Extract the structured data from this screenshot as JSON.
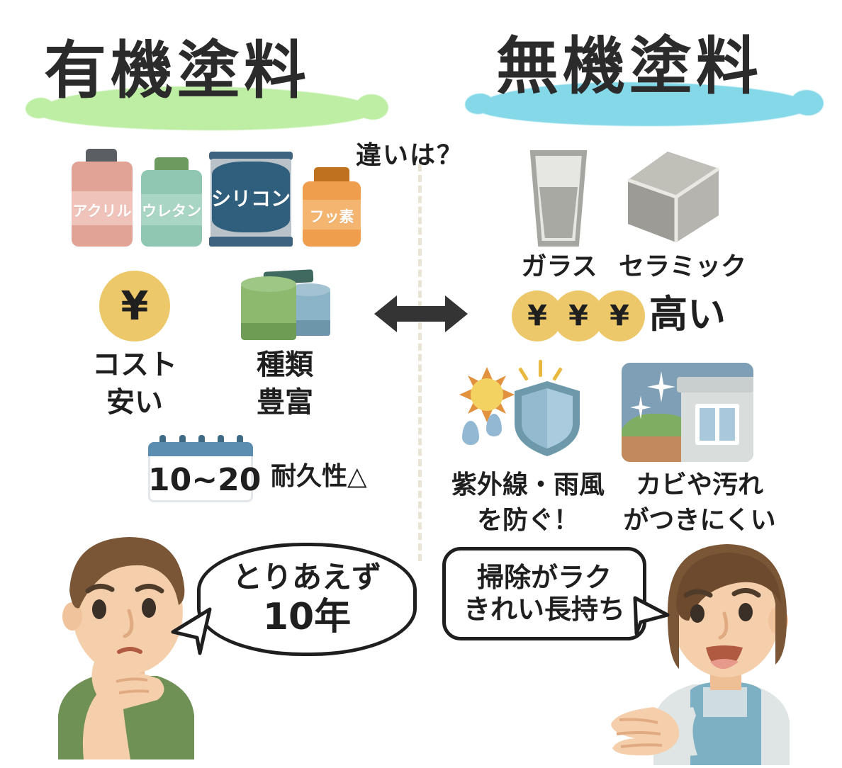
{
  "center": {
    "question": "違いは？",
    "arrow_icon": "double-arrow-icon"
  },
  "left": {
    "title": "有機塗料",
    "brush_color": "#bdeea4",
    "products": [
      {
        "label": "アクリル",
        "cap_color": "#5b5f63",
        "body_color": "#e0a396",
        "band_color": "#efc3b9"
      },
      {
        "label": "ウレタン",
        "cap_color": "#6d9a5f",
        "body_color": "#8fc7b2",
        "band_color": "#a9d5c4"
      },
      {
        "label": "シリコン",
        "cap_color": "#3d6381",
        "body_color": "#2f5f7d",
        "band_color": "#b8c2c8"
      },
      {
        "label": "フッ素",
        "cap_color": "#c0711f",
        "body_color": "#ef9e4e",
        "band_color": "#f3b570"
      }
    ],
    "cost": {
      "coin_symbol": "¥",
      "line1": "コスト",
      "line2": "安い",
      "coin_color": "#edc86a"
    },
    "variety": {
      "line1": "種類",
      "line2": "豊富"
    },
    "durability": {
      "calendar_value": "10~20",
      "label": "耐久性△"
    },
    "bubble": {
      "line1": "とりあえず",
      "line2": "10年"
    }
  },
  "right": {
    "title": "無機塗料",
    "brush_color": "#84d8e8",
    "materials": [
      {
        "label": "ガラス",
        "icon": "glass-icon"
      },
      {
        "label": "セラミック",
        "icon": "cube-icon"
      }
    ],
    "price": {
      "coin_symbol": "¥",
      "coin_count": 3,
      "label": "高い",
      "coin_color": "#edc86a"
    },
    "benefits": [
      {
        "line1": "紫外線・雨風",
        "line2": "を防ぐ！",
        "icon": "sun-rain-shield-icon"
      },
      {
        "line1": "カビや汚れ",
        "line2": "がつきにくい",
        "icon": "clean-house-icon"
      }
    ],
    "bubble": {
      "line1": "掃除がラク",
      "line2": "きれい長持ち"
    }
  }
}
